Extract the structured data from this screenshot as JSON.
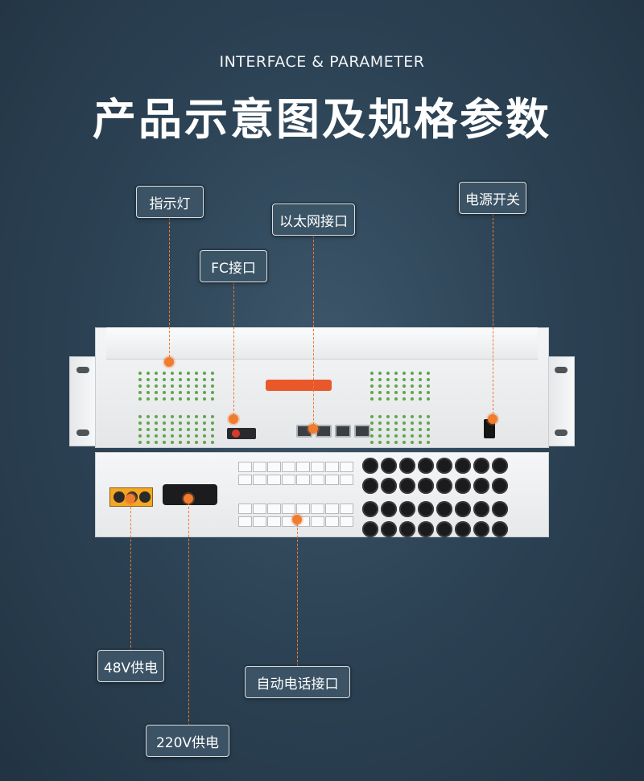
{
  "header": {
    "subtitle": "INTERFACE & PARAMETER",
    "title": "产品示意图及规格参数"
  },
  "callouts": {
    "indicator_lights": "指示灯",
    "ethernet_port": "以太网接口",
    "power_switch": "电源开关",
    "fc_port": "FC接口",
    "power_48v": "48V供电",
    "auto_phone_port": "自动电话接口",
    "power_220v": "220V供电"
  },
  "colors": {
    "background": "#2d4456",
    "accent_leader": "#ec7a32",
    "callout_border": "#d9dde1",
    "status_led": "#5ea64a"
  },
  "icons": {
    "leader_marker": "orange-dot-icon"
  }
}
